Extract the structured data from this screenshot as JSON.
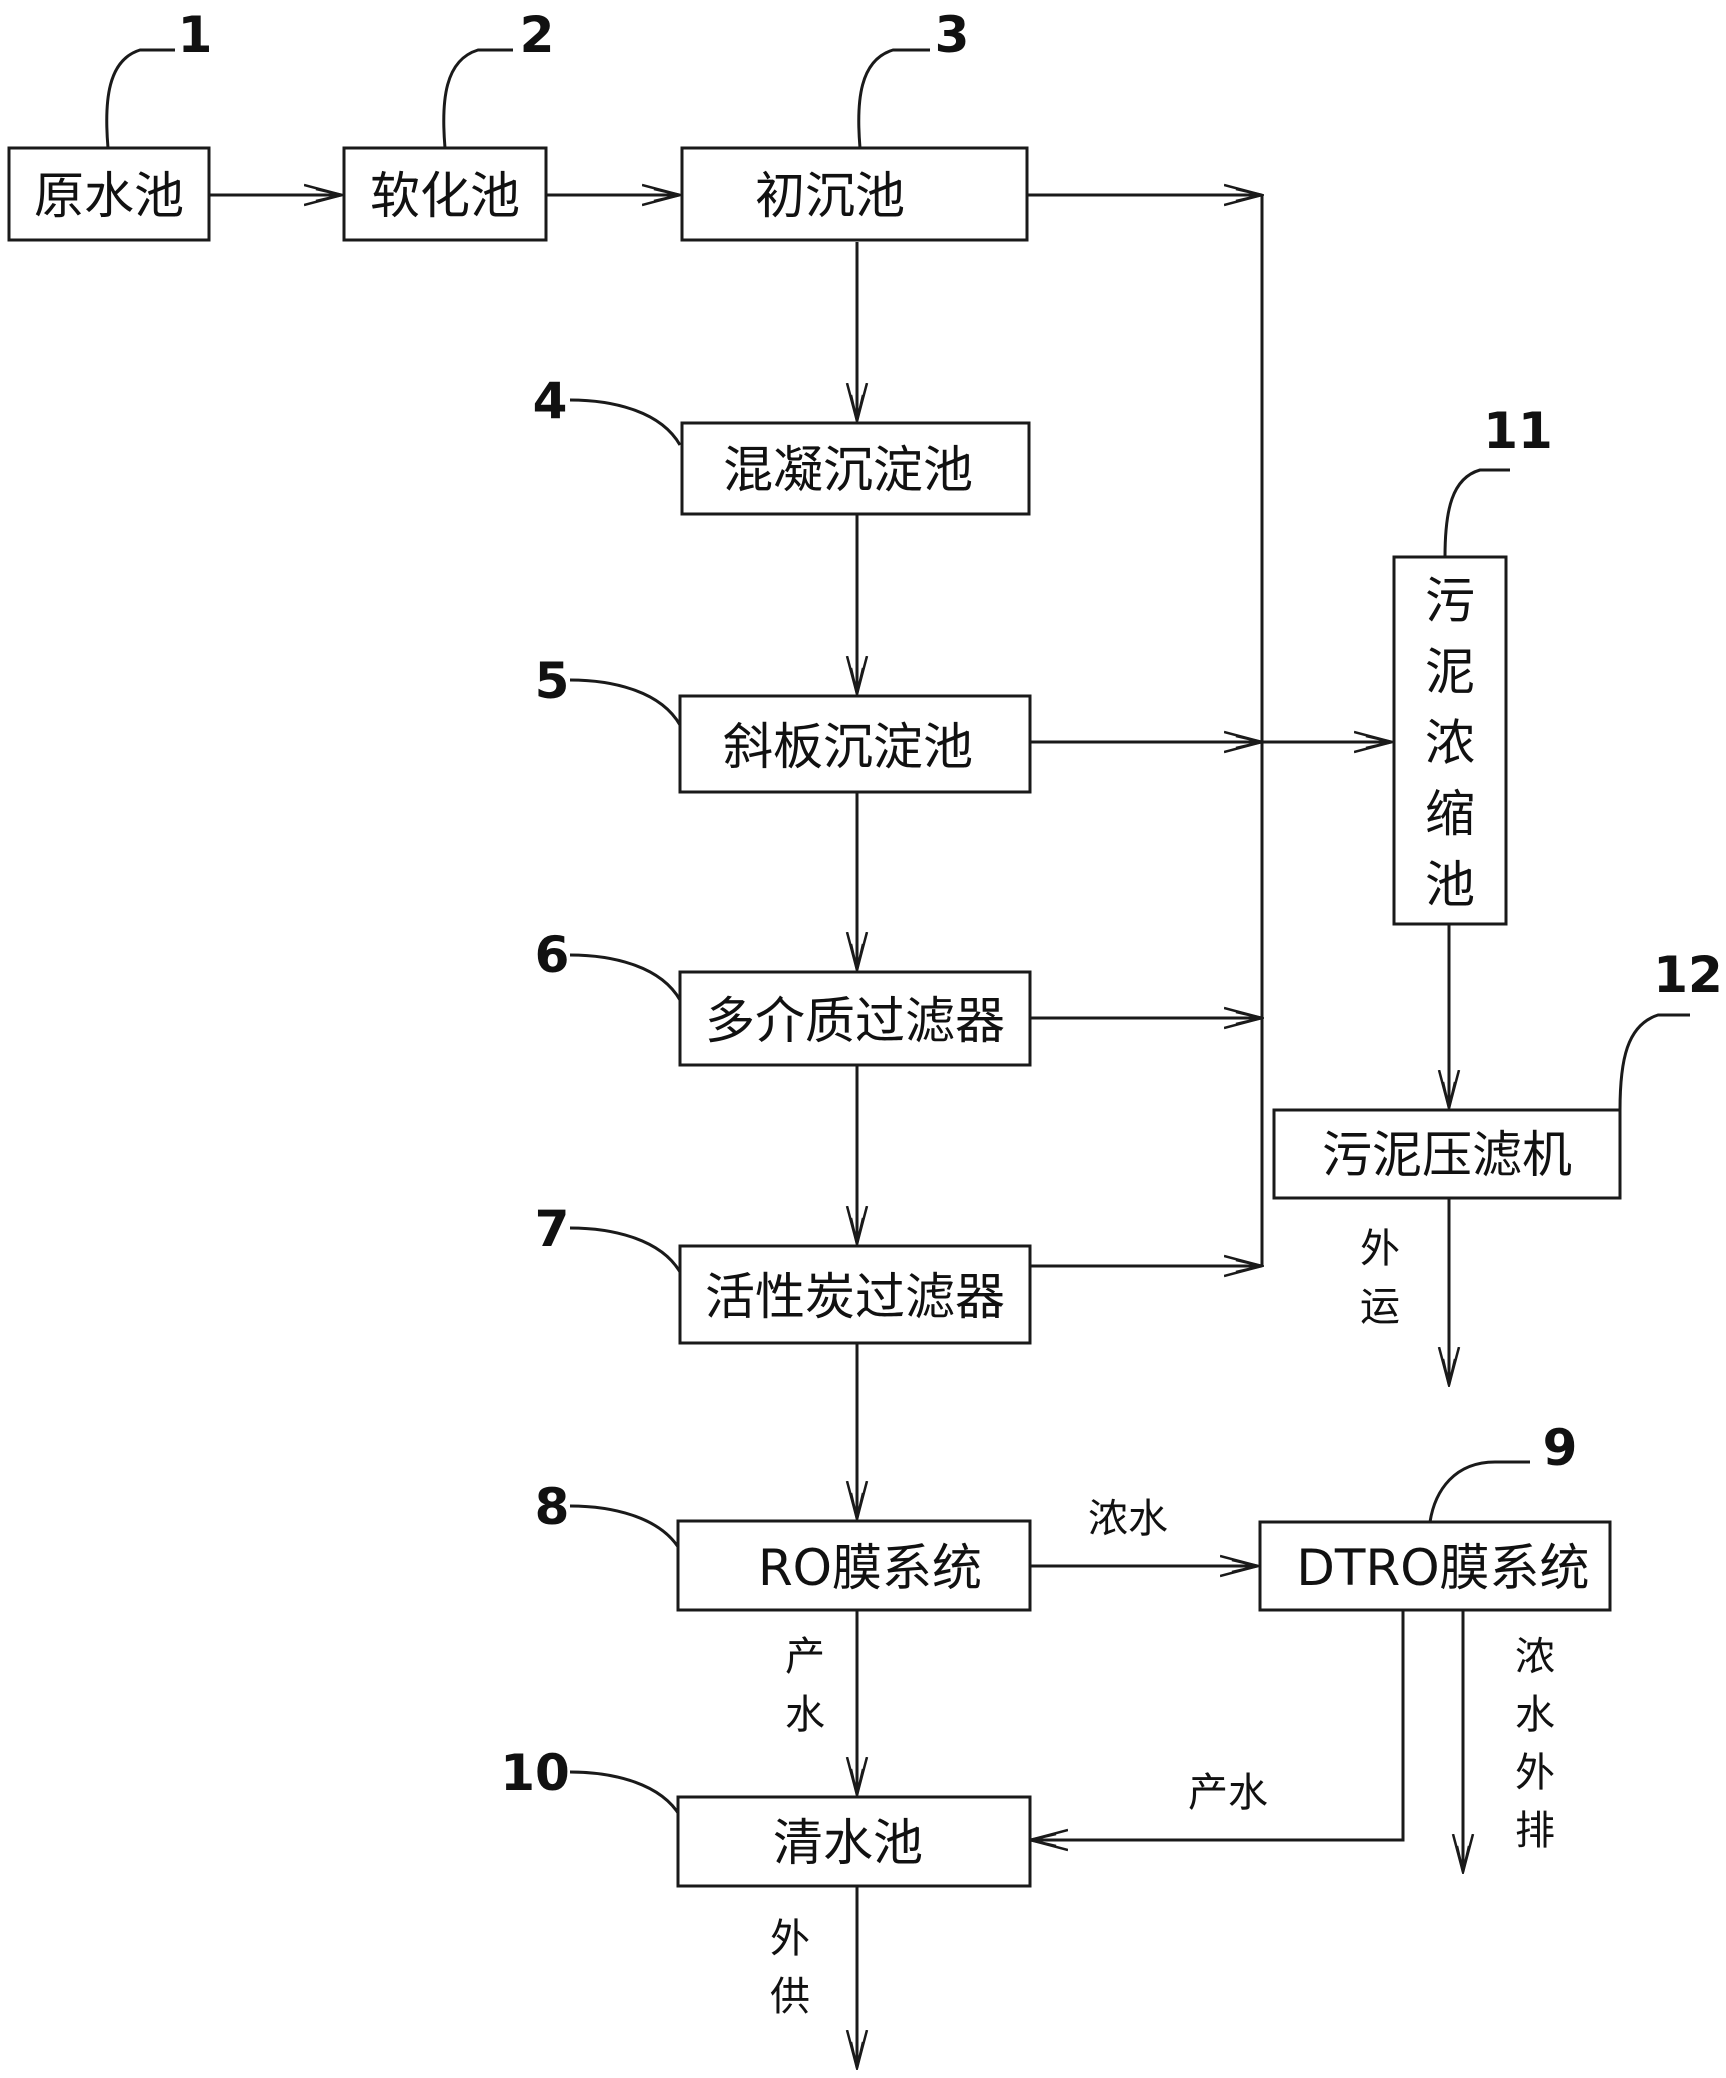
{
  "nodes": {
    "raw_pool": {
      "label": "原水池",
      "number": "1"
    },
    "softening_pool": {
      "label": "软化池",
      "number": "2"
    },
    "primary_settling_pool": {
      "label": "初沉池",
      "number": "3"
    },
    "coagulation_pool": {
      "label": "混凝沉淀池",
      "number": "4"
    },
    "inclined_plate_pool": {
      "label": "斜板沉淀池",
      "number": "5"
    },
    "multimedia_filter": {
      "label": "多介质过滤器",
      "number": "6"
    },
    "carbon_filter": {
      "label": "活性炭过滤器",
      "number": "7"
    },
    "ro_system": {
      "label": "RO膜系统",
      "number": "8"
    },
    "dtro_system": {
      "label": "DTRO膜系统",
      "number": "9"
    },
    "clear_water_pool": {
      "label": "清水池",
      "number": "10"
    },
    "sludge_thickener": {
      "label": "污泥浓缩池",
      "chars": [
        "污",
        "泥",
        "浓",
        "缩",
        "池"
      ],
      "number": "11"
    },
    "sludge_press": {
      "label": "污泥压滤机",
      "number": "12"
    }
  },
  "flow_labels": {
    "external_transport": [
      "外",
      "运"
    ],
    "concentrate": "浓水",
    "ro_product": [
      "产",
      "水"
    ],
    "dtro_product": "产水",
    "concentrate_discharge": [
      "浓",
      "水",
      "外",
      "排"
    ],
    "external_supply": [
      "外",
      "供"
    ]
  }
}
